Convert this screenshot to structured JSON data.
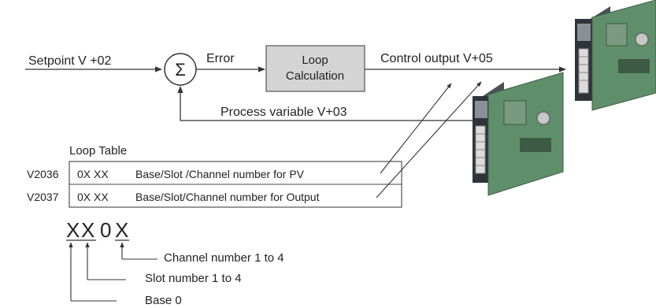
{
  "loop": {
    "setpoint_label": "Setpoint V +02",
    "sum_symbol": "Σ",
    "error_label": "Error",
    "calc_line1": "Loop",
    "calc_line2": "Calculation",
    "output_label": "Control output V+05",
    "pv_label": "Process variable V+03"
  },
  "table": {
    "title": "Loop Table",
    "rows": [
      {
        "address": "V2036",
        "code": "0X XX",
        "description": "Base/Slot /Channel number for PV"
      },
      {
        "address": "V2037",
        "code": "0X XX",
        "description": "Base/Slot/Channel number for Output"
      }
    ]
  },
  "format": {
    "chars": [
      "X",
      "X",
      "0",
      "X"
    ],
    "channel_label": "Channel number 1 to 4",
    "slot_label": "Slot number 1 to 4",
    "base_label": "Base 0"
  },
  "colors": {
    "line": "#333333",
    "calc_box_fill": "#d4d4d4",
    "module_body": "#5f6670",
    "module_face": "#8a9098",
    "pcb_green": "#5f8f6a",
    "terminal": "#dcdcdc"
  }
}
